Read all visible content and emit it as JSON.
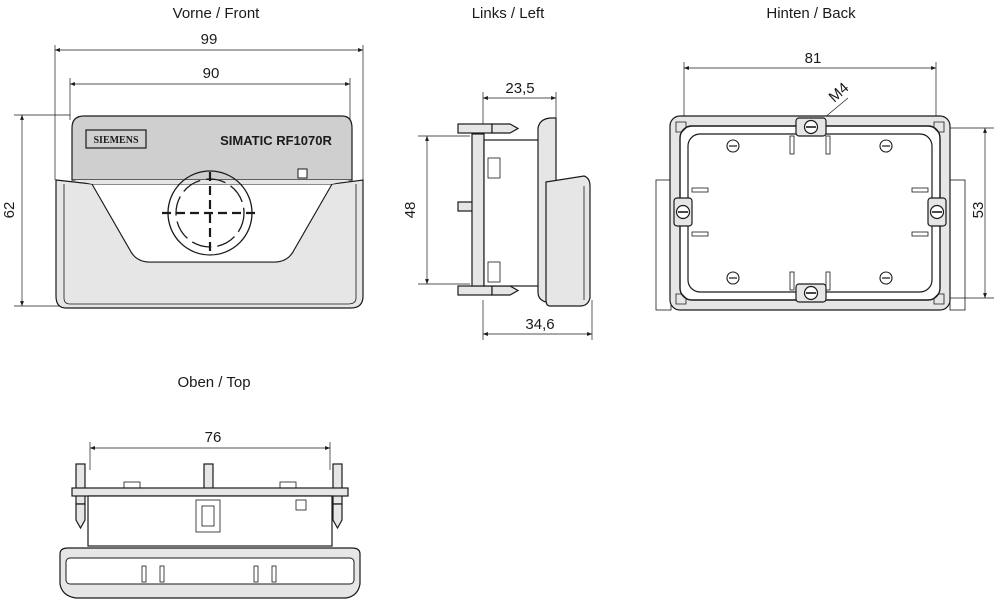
{
  "views": {
    "front": {
      "title": "Vorne / Front",
      "dims": {
        "width_outer": "99",
        "width_inner": "90",
        "height": "62"
      },
      "logo": "SIEMENS",
      "product": "SIMATIC RF1070R"
    },
    "left": {
      "title": "Links / Left",
      "dims": {
        "depth_top": "23,5",
        "height": "48",
        "depth_bottom": "34,6"
      }
    },
    "back": {
      "title": "Hinten / Back",
      "dims": {
        "width": "81",
        "height": "53",
        "thread": "M4"
      }
    },
    "top": {
      "title": "Oben / Top",
      "dims": {
        "width": "76"
      }
    }
  },
  "colors": {
    "line": "#1a1a1a",
    "housing_fill": "#e6e6e6",
    "panel_fill": "#cfcfcf"
  }
}
